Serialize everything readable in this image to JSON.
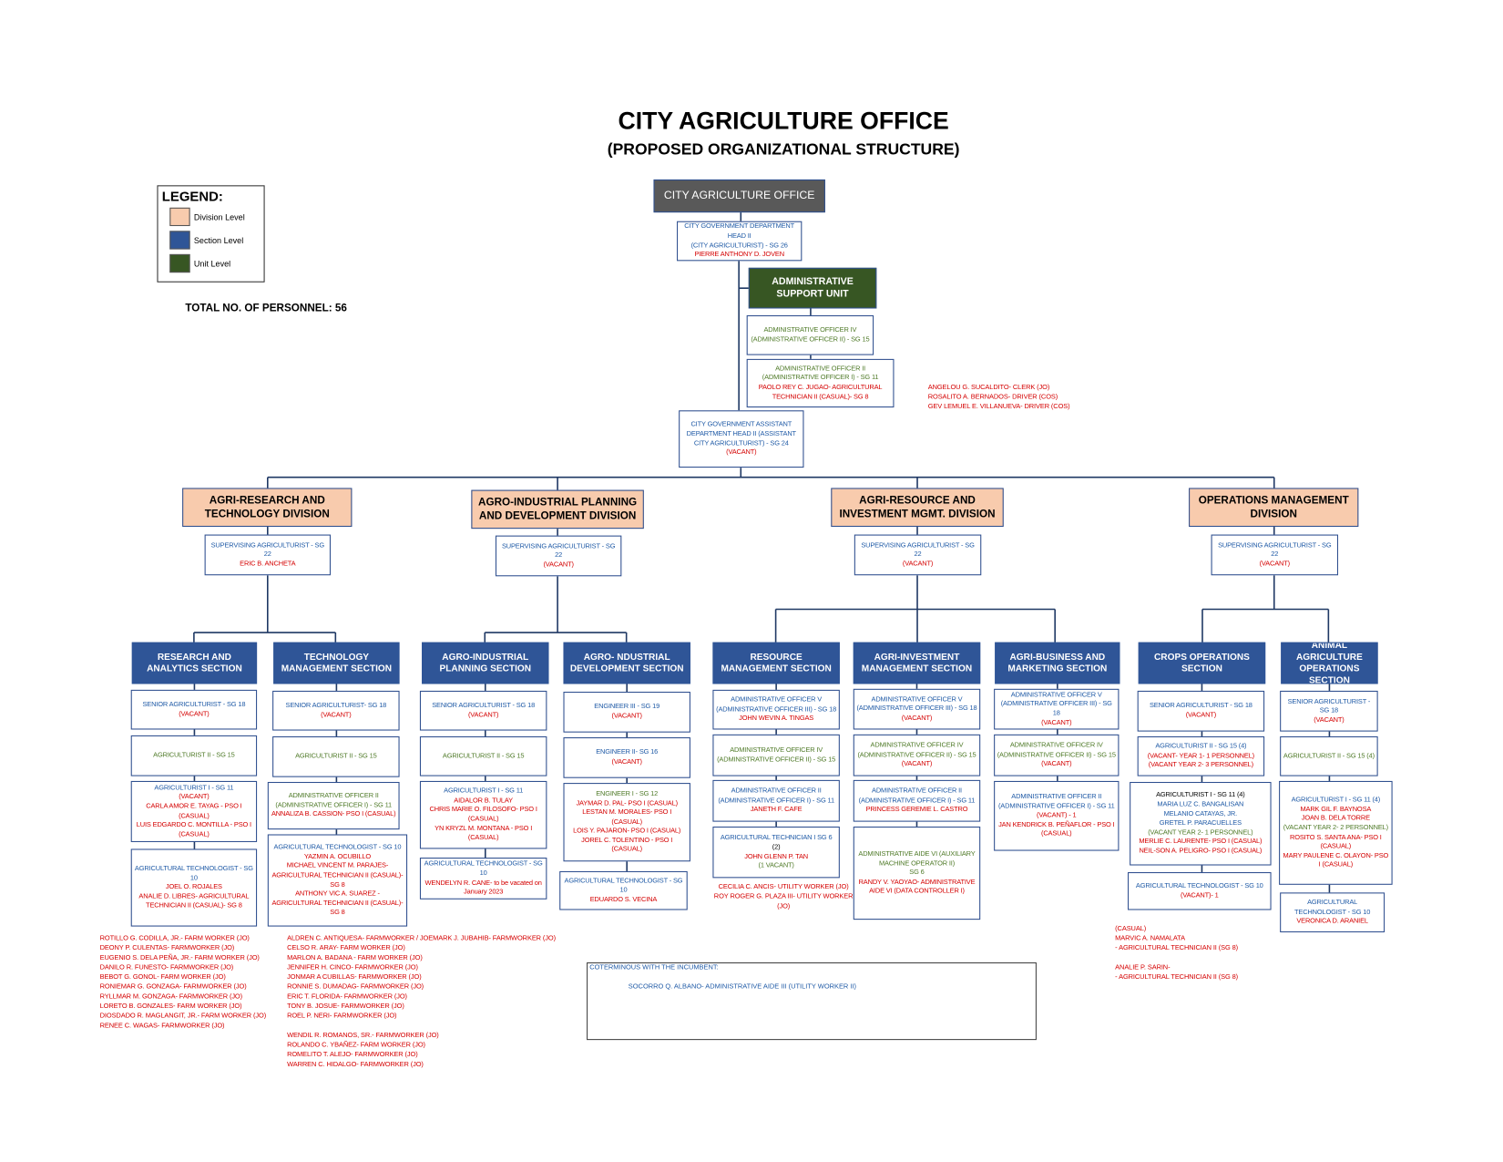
{
  "title": "CITY AGRICULTURE OFFICE",
  "subtitle": "(PROPOSED ORGANIZATIONAL STRUCTURE)",
  "legend": {
    "heading": "LEGEND:",
    "items": [
      {
        "label": "Division Level",
        "color": "#f8cbad"
      },
      {
        "label": "Section Level",
        "color": "#2f5597"
      },
      {
        "label": "Unit Level",
        "color": "#375623"
      }
    ]
  },
  "total_personnel": "TOTAL NO. OF PERSONNEL: 56",
  "colors": {
    "b": "#1f5aa6",
    "g": "#4f7a28",
    "r": "#d40000",
    "k": "#000000"
  },
  "top": {
    "office": "CITY AGRICULTURE OFFICE",
    "head": [
      {
        "t": "CITY GOVERNMENT DEPARTMENT HEAD II",
        "c": "b"
      },
      {
        "t": "(CITY AGRICULTURIST) - SG 26",
        "c": "b"
      },
      {
        "t": "PIERRE ANTHONY D. JOVEN",
        "c": "r"
      }
    ],
    "admin_unit": "ADMINISTRATIVE SUPPORT UNIT",
    "admin_o4": [
      {
        "t": "ADMINISTRATIVE OFFICER IV (ADMINISTRATIVE OFFICER II) - SG 15",
        "c": "g"
      }
    ],
    "admin_o2": [
      {
        "t": "ADMINISTRATIVE OFFICER II",
        "c": "g"
      },
      {
        "t": "(ADMINISTRATIVE OFFICER I) - SG 11",
        "c": "g"
      },
      {
        "t": "PAOLO REY C. JUGAO- AGRICULTURAL TECHNICIAN II (CASUAL)- SG 8",
        "c": "r"
      }
    ],
    "asst_head": [
      {
        "t": "CITY GOVERNMENT ASSISTANT DEPARTMENT HEAD II (ASSISTANT CITY AGRICULTURIST) - SG 24",
        "c": "b"
      },
      {
        "t": "(VACANT)",
        "c": "r"
      }
    ],
    "admin_staff": [
      "ANGELOU G. SUCALDITO- CLERK (JO)",
      "ROSALITO A. BERNADOS- DRIVER (COS)",
      "GEV LEMUEL E. VILLANUEVA- DRIVER (COS)"
    ]
  },
  "divisions": [
    {
      "title": "AGRI-RESEARCH AND TECHNOLOGY DIVISION",
      "head": [
        {
          "t": "SUPERVISING AGRICULTURIST - SG 22",
          "c": "b"
        },
        {
          "t": "ERIC B. ANCHETA",
          "c": "r"
        }
      ]
    },
    {
      "title": "AGRO-INDUSTRIAL PLANNING AND DEVELOPMENT DIVISION",
      "head": [
        {
          "t": "SUPERVISING AGRICULTURIST - SG 22",
          "c": "b"
        },
        {
          "t": "(VACANT)",
          "c": "r"
        }
      ]
    },
    {
      "title": "AGRI-RESOURCE AND INVESTMENT MGMT. DIVISION",
      "head": [
        {
          "t": "SUPERVISING AGRICULTURIST - SG 22",
          "c": "b"
        },
        {
          "t": "(VACANT)",
          "c": "r"
        }
      ]
    },
    {
      "title": "OPERATIONS MANAGEMENT DIVISION",
      "head": [
        {
          "t": "SUPERVISING AGRICULTURIST - SG 22",
          "c": "b"
        },
        {
          "t": "(VACANT)",
          "c": "r"
        }
      ]
    }
  ],
  "sections": [
    {
      "title": "RESEARCH AND ANALYTICS SECTION",
      "boxes": [
        [
          {
            "t": "SENIOR AGRICULTURIST - SG 18",
            "c": "b"
          },
          {
            "t": "(VACANT)",
            "c": "r"
          }
        ],
        [
          {
            "t": "AGRICULTURIST II - SG 15",
            "c": "g"
          }
        ],
        [
          {
            "t": "AGRICULTURIST I - SG 11",
            "c": "b"
          },
          {
            "t": "(VACANT)",
            "c": "r"
          },
          {
            "t": "CARLA AMOR E. TAYAG - PSO I (CASUAL)",
            "c": "r"
          },
          {
            "t": "LUIS EDGARDO C. MONTILLA - PSO I (CASUAL)",
            "c": "r"
          }
        ],
        [
          {
            "t": "AGRICULTURAL TECHNOLOGIST - SG 10",
            "c": "b"
          },
          {
            "t": "JOEL O. ROJALES",
            "c": "r"
          },
          {
            "t": "ANALIE D. LIBRES- AGRICULTURAL TECHNICIAN II (CASUAL)- SG 8",
            "c": "r"
          }
        ]
      ]
    },
    {
      "title": "TECHNOLOGY MANAGEMENT SECTION",
      "boxes": [
        [
          {
            "t": "SENIOR AGRICULTURIST- SG 18",
            "c": "b"
          },
          {
            "t": "(VACANT)",
            "c": "r"
          }
        ],
        [
          {
            "t": "AGRICULTURIST II - SG 15",
            "c": "g"
          }
        ],
        [
          {
            "t": "ADMINISTRATIVE OFFICER II (ADMINISTRATIVE OFFICER I) - SG 11",
            "c": "g"
          },
          {
            "t": "ANNALIZA B. CASSION- PSO I (CASUAL)",
            "c": "r"
          }
        ],
        [
          {
            "t": "AGRICULTURAL TECHNOLOGIST - SG 10",
            "c": "b"
          },
          {
            "t": "YAZMIN A. OCUBILLO",
            "c": "r"
          },
          {
            "t": "MICHAEL VINCENT M. PARAJES- AGRICULTURAL TECHNICIAN II (CASUAL)- SG 8",
            "c": "r"
          },
          {
            "t": "ANTHONY VIC A. SUAREZ - AGRICULTURAL TECHNICIAN II (CASUAL)- SG 8",
            "c": "r"
          }
        ]
      ]
    },
    {
      "title": "AGRO-INDUSTRIAL PLANNING SECTION",
      "boxes": [
        [
          {
            "t": "SENIOR AGRICULTURIST - SG 18",
            "c": "b"
          },
          {
            "t": "(VACANT)",
            "c": "r"
          }
        ],
        [
          {
            "t": "AGRICULTURIST II - SG 15",
            "c": "g"
          }
        ],
        [
          {
            "t": "AGRICULTURIST I - SG 11",
            "c": "b"
          },
          {
            "t": "AIDALOR B. TULAY",
            "c": "r"
          },
          {
            "t": "CHRIS MARIE O. FILOSOFO- PSO I (CASUAL)",
            "c": "r"
          },
          {
            "t": "YN KRYZL M. MONTANA - PSO I (CASUAL)",
            "c": "r"
          }
        ],
        [
          {
            "t": "AGRICULTURAL TECHNOLOGIST - SG 10",
            "c": "b"
          },
          {
            "t": "WENDELYN R. CANE- to be vacated on January 2023",
            "c": "r"
          }
        ]
      ]
    },
    {
      "title": "AGRO- NDUSTRIAL DEVELOPMENT SECTION",
      "boxes": [
        [
          {
            "t": "ENGINEER III - SG 19",
            "c": "b"
          },
          {
            "t": "(VACANT)",
            "c": "r"
          }
        ],
        [
          {
            "t": "ENGINEER II- SG 16",
            "c": "b"
          },
          {
            "t": "(VACANT)",
            "c": "r"
          }
        ],
        [
          {
            "t": "ENGINEER I - SG 12",
            "c": "g"
          },
          {
            "t": "JAYMAR D. PAL- PSO I (CASUAL)",
            "c": "r"
          },
          {
            "t": "LESTAN M. MORALES- PSO I (CASUAL)",
            "c": "r"
          },
          {
            "t": "LOIS Y. PAJARON- PSO I (CASUAL)",
            "c": "r"
          },
          {
            "t": "JOREL C. TOLENTINO - PSO I (CASUAL)",
            "c": "r"
          }
        ],
        [
          {
            "t": "AGRICULTURAL TECHNOLOGIST - SG 10",
            "c": "b"
          },
          {
            "t": "EDUARDO S. VECINA",
            "c": "r"
          }
        ]
      ]
    },
    {
      "title": "RESOURCE MANAGEMENT SECTION",
      "boxes": [
        [
          {
            "t": "ADMINISTRATIVE OFFICER V (ADMINISTRATIVE OFFICER III) - SG 18",
            "c": "b"
          },
          {
            "t": "JOHN WEVIN A. TINGAS",
            "c": "r"
          }
        ],
        [
          {
            "t": "ADMINISTRATIVE OFFICER IV (ADMINISTRATIVE OFFICER II) - SG 15",
            "c": "g"
          }
        ],
        [
          {
            "t": "ADMINISTRATIVE OFFICER II (ADMINISTRATIVE OFFICER I) - SG 11",
            "c": "b"
          },
          {
            "t": "JANETH F. CAFE",
            "c": "r"
          }
        ],
        [
          {
            "t": "AGRICULTURAL TECHNICIAN I SG 6",
            "c": "b"
          },
          {
            "t": "(2)",
            "c": "k"
          },
          {
            "t": "JOHN GLENN P. TAN",
            "c": "r"
          },
          {
            "t": "(1 VACANT)",
            "c": "g"
          }
        ]
      ]
    },
    {
      "title": "AGRI-INVESTMENT MANAGEMENT SECTION",
      "boxes": [
        [
          {
            "t": "ADMINISTRATIVE OFFICER V (ADMINISTRATIVE OFFICER III) - SG 18",
            "c": "b"
          },
          {
            "t": "(VACANT)",
            "c": "r"
          }
        ],
        [
          {
            "t": "ADMINISTRATIVE OFFICER IV (ADMINISTRATIVE OFFICER II) - SG 15",
            "c": "g"
          },
          {
            "t": "(VACANT)",
            "c": "r"
          }
        ],
        [
          {
            "t": "ADMINISTRATIVE OFFICER II (ADMINISTRATIVE OFFICER I) - SG 11",
            "c": "b"
          },
          {
            "t": "PRINCESS GEREMIE L. CASTRO",
            "c": "r"
          }
        ],
        [
          {
            "t": "ADMINISTRATIVE AIDE VI (AUXILIARY MACHINE OPERATOR II)",
            "c": "g"
          },
          {
            "t": "SG 6",
            "c": "g"
          },
          {
            "t": "RANDY V. YAOYAO- ADMINISTRATIVE AIDE VI (DATA CONTROLLER I)",
            "c": "r"
          }
        ]
      ]
    },
    {
      "title": "AGRI-BUSINESS AND MARKETING SECTION",
      "boxes": [
        [
          {
            "t": "ADMINISTRATIVE OFFICER V (ADMINISTRATIVE OFFICER III) - SG 18",
            "c": "b"
          },
          {
            "t": "(VACANT)",
            "c": "r"
          }
        ],
        [
          {
            "t": "ADMINISTRATIVE OFFICER IV (ADMINISTRATIVE OFFICER II) - SG 15",
            "c": "g"
          },
          {
            "t": "(VACANT)",
            "c": "r"
          }
        ],
        [
          {
            "t": "ADMINISTRATIVE OFFICER II (ADMINISTRATIVE OFFICER I) - SG 11",
            "c": "b"
          },
          {
            "t": "(VACANT) - 1",
            "c": "r"
          },
          {
            "t": "JAN KENDRICK B. PEÑAFLOR - PSO I (CASUAL)",
            "c": "r"
          }
        ]
      ]
    },
    {
      "title": "CROPS OPERATIONS SECTION",
      "boxes": [
        [
          {
            "t": "SENIOR AGRICULTURIST - SG 18",
            "c": "b"
          },
          {
            "t": "(VACANT)",
            "c": "r"
          }
        ],
        [
          {
            "t": "AGRICULTURIST II - SG 15 (4)",
            "c": "b"
          },
          {
            "t": "(VACANT- YEAR 1- 1 PERSONNEL)",
            "c": "r"
          },
          {
            "t": "(VACANT YEAR 2- 3 PERSONNEL)",
            "c": "r"
          }
        ],
        [
          {
            "t": "AGRICULTURIST I - SG 11 (4)",
            "c": "k"
          },
          {
            "t": "MARIA LUZ C. BANGALISAN",
            "c": "b"
          },
          {
            "t": "MELANIO CATAYAS, JR.",
            "c": "b"
          },
          {
            "t": "GRETEL P. PARACUELLES",
            "c": "b"
          },
          {
            "t": "(VACANT YEAR 2- 1 PERSONNEL)",
            "c": "g"
          },
          {
            "t": "MERLIE C. LAURENTE- PSO I (CASUAL)",
            "c": "r"
          },
          {
            "t": "NEIL-SON A. PELIGRO- PSO I (CASUAL)",
            "c": "r"
          }
        ],
        [
          {
            "t": "AGRICULTURAL TECHNOLOGIST - SG 10",
            "c": "b"
          },
          {
            "t": "(VACANT)- 1",
            "c": "r"
          }
        ]
      ]
    },
    {
      "title": "ANIMAL AGRICULTURE OPERATIONS SECTION",
      "boxes": [
        [
          {
            "t": "SENIOR AGRICULTURIST - SG 18",
            "c": "b"
          },
          {
            "t": "(VACANT)",
            "c": "r"
          }
        ],
        [
          {
            "t": "AGRICULTURIST II - SG 15 (4)",
            "c": "g"
          }
        ],
        [
          {
            "t": "AGRICULTURIST I - SG 11 (4)",
            "c": "b"
          },
          {
            "t": "MARK GIL F. BAYNOSA",
            "c": "r"
          },
          {
            "t": "JOAN B. DELA TORRE",
            "c": "r"
          },
          {
            "t": "(VACANT YEAR 2- 2 PERSONNEL)",
            "c": "g"
          },
          {
            "t": "ROSITO S. SANTA ANA- PSO I (CASUAL)",
            "c": "r"
          },
          {
            "t": "MARY PAULENE C. OLAYON- PSO I (CASUAL)",
            "c": "r"
          }
        ],
        [
          {
            "t": "AGRICULTURAL TECHNOLOGIST - SG 10",
            "c": "b"
          },
          {
            "t": "VERONICA D. ARANIEL",
            "c": "r"
          }
        ]
      ]
    }
  ],
  "notes": {
    "utility": [
      "CECILIA C. ANCIS- UTILITY WORKER (JO)",
      "ROY ROGER G. PLAZA III- UTILITY WORKER (JO)"
    ],
    "crops_extra": [
      "(CASUAL)",
      "MARVIC A. NAMALATA",
      "- AGRICULTURAL TECHNICIAN II (SG 8)",
      "",
      "ANALIE P. SARIN-",
      "- AGRICULTURAL TECHNICIAN II (SG 8)"
    ],
    "farmworkers_1": [
      "ROTILLO G. CODILLA, JR.- FARM WORKER (JO)",
      "DEONY P. CULENTAS- FARMWORKER (JO)",
      "EUGENIO S. DELA PEÑA, JR.- FARM WORKER (JO)",
      "DANILO R. FUNESTO- FARMWORKER (JO)",
      "BEBOT G. GONOL- FARM WORKER (JO)",
      "RONIEMAR G. GONZAGA- FARMWORKER (JO)",
      "RYLLMAR M. GONZAGA- FARMWORKER (JO)",
      "LORETO B. GONZALES- FARM WORKER (JO)",
      "DIOSDADO R. MAGLANGIT, JR.- FARM WORKER (JO)",
      "RENEE C. WAGAS- FARMWORKER (JO)"
    ],
    "farmworkers_2": [
      "ALDREN C. ANTIQUESA- FARMWORKER / JOEMARK J. JUBAHIB- FARMWORKER (JO)",
      "CELSO R. ARAY- FARM WORKER (JO)",
      "MARLON A. BADANA - FARM WORKER (JO)",
      "JENNIFER H. CINCO- FARMWORKER (JO)",
      "JONMAR A CUBILLAS- FARMWORKER (JO)",
      "RONNIE S. DUMADAG- FARMWORKER (JO)",
      "ERIC T. FLORIDA- FARMWORKER (JO)",
      "TONY B. JOSUE- FARMWORKER (JO)",
      "ROEL P. NERI- FARMWORKER (JO)",
      "",
      "WENDIL R. ROMANOS, SR.- FARMWORKER (JO)",
      "ROLANDO C. YBAÑEZ- FARM WORKER (JO)",
      "ROMELITO T. ALEJO- FARMWORKER (JO)",
      "WARREN C. HIDALGO- FARMWORKER (JO)"
    ],
    "coterminous_heading": "COTERMINOUS WITH THE INCUMBENT:",
    "coterminous_item": "SOCORRO Q. ALBANO- ADMINISTRATIVE AIDE III (UTILITY WORKER II)"
  }
}
